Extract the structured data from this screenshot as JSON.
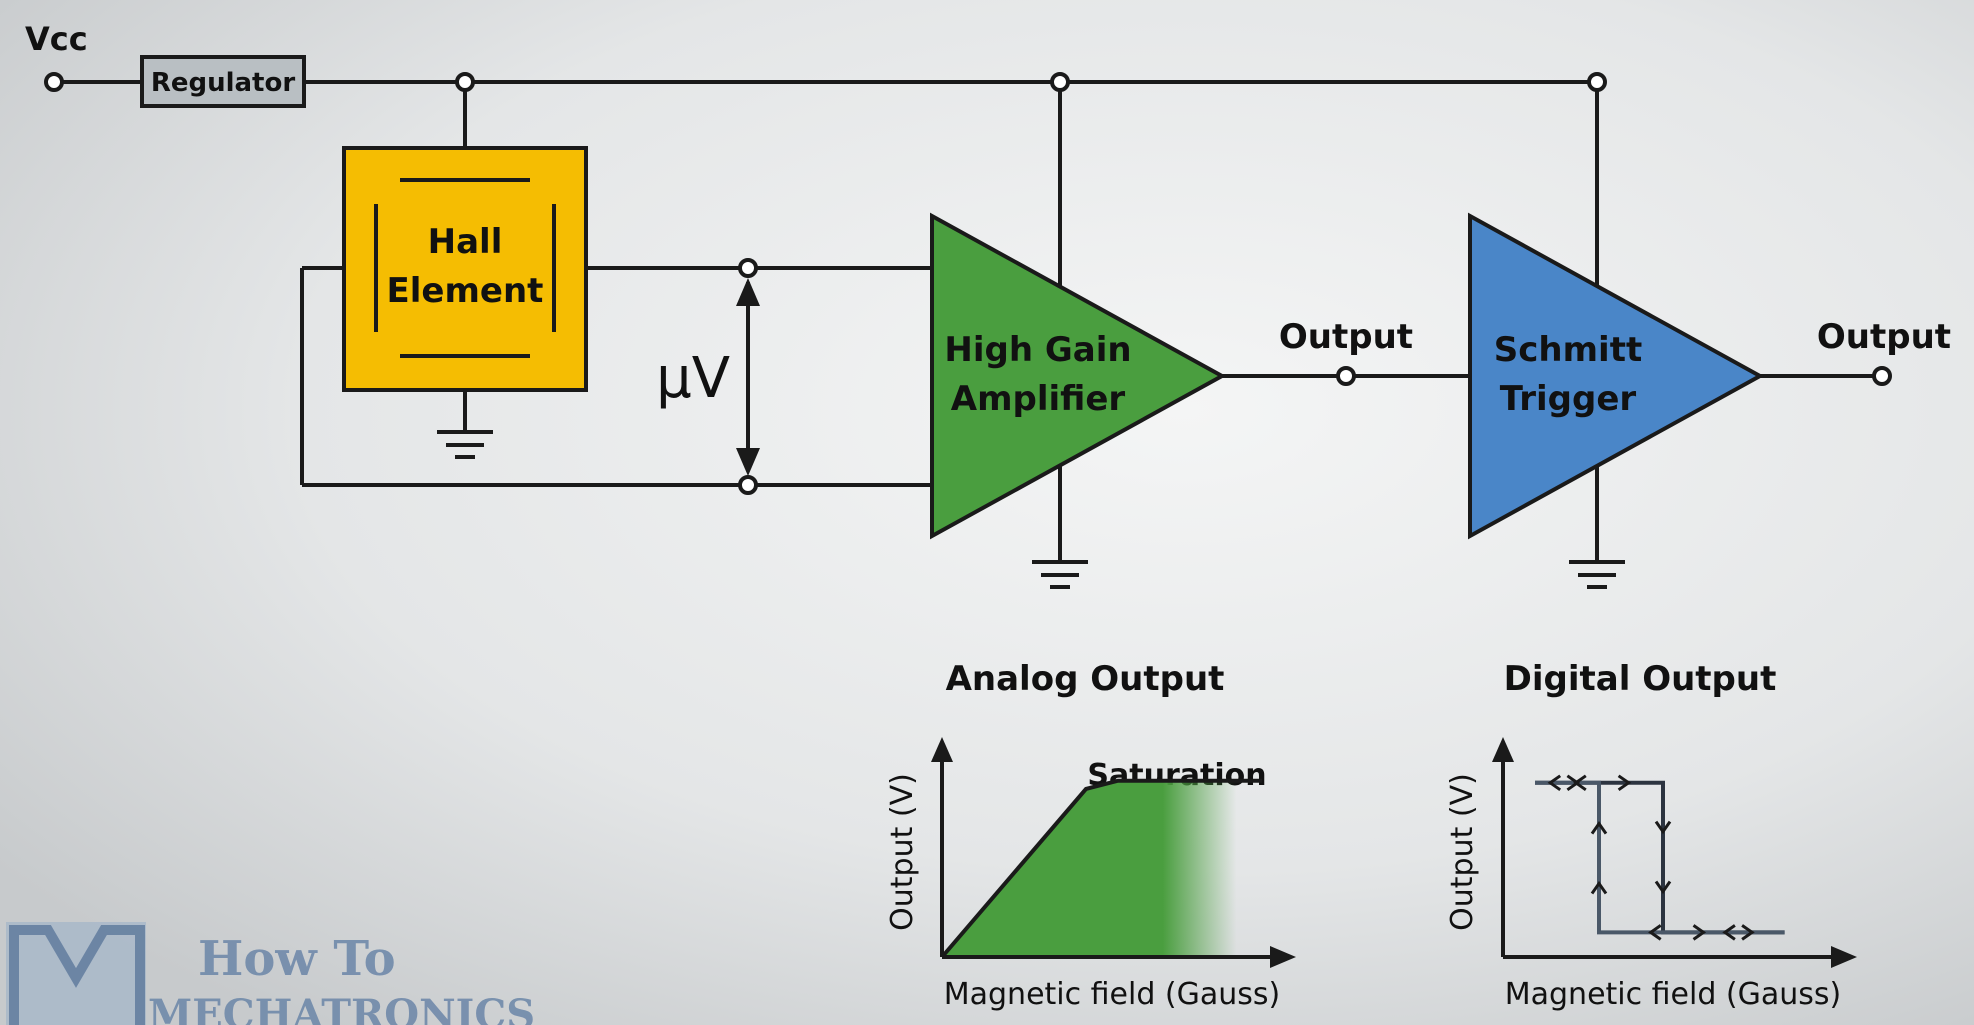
{
  "vcc": "Vcc",
  "regulator": "Regulator",
  "hall": {
    "line1": "Hall",
    "line2": "Element"
  },
  "voltage": "μV",
  "amplifier": {
    "line1": "High Gain",
    "line2": "Amplifier"
  },
  "output1": "Output",
  "schmitt": {
    "line1": "Schmitt",
    "line2": "Trigger"
  },
  "output2": "Output",
  "colors": {
    "hall": "#f5bd02",
    "amplifier": "#4a9e3f",
    "schmitt": "#4a86c8",
    "wire": "#1a1a1a",
    "regulator": "#b9bfc3"
  },
  "logo": {
    "line1": "How To",
    "line2": "MECHATRONICS"
  },
  "chart_data": [
    {
      "type": "line",
      "title": "Analog Output",
      "xlabel": "Magnetic field (Gauss)",
      "ylabel": "Output (V)",
      "annotation": "Saturation",
      "series": [
        {
          "x": [
            0,
            0.45,
            0.55,
            1.0
          ],
          "y": [
            0,
            0.82,
            0.86,
            0.86
          ]
        }
      ],
      "xlim": [
        0,
        1
      ],
      "ylim": [
        0,
        1
      ]
    },
    {
      "type": "line",
      "title": "Digital Output",
      "xlabel": "Magnetic field (Gauss)",
      "ylabel": "Output (V)",
      "series": [
        {
          "x": [
            0.1,
            0.5,
            0.5,
            0.88
          ],
          "y": [
            0.85,
            0.85,
            0.12,
            0.12
          ]
        },
        {
          "x": [
            0.88,
            0.3,
            0.3,
            0.1
          ],
          "y": [
            0.12,
            0.12,
            0.85,
            0.85
          ]
        }
      ],
      "xlim": [
        0,
        1
      ],
      "ylim": [
        0,
        1
      ]
    }
  ]
}
